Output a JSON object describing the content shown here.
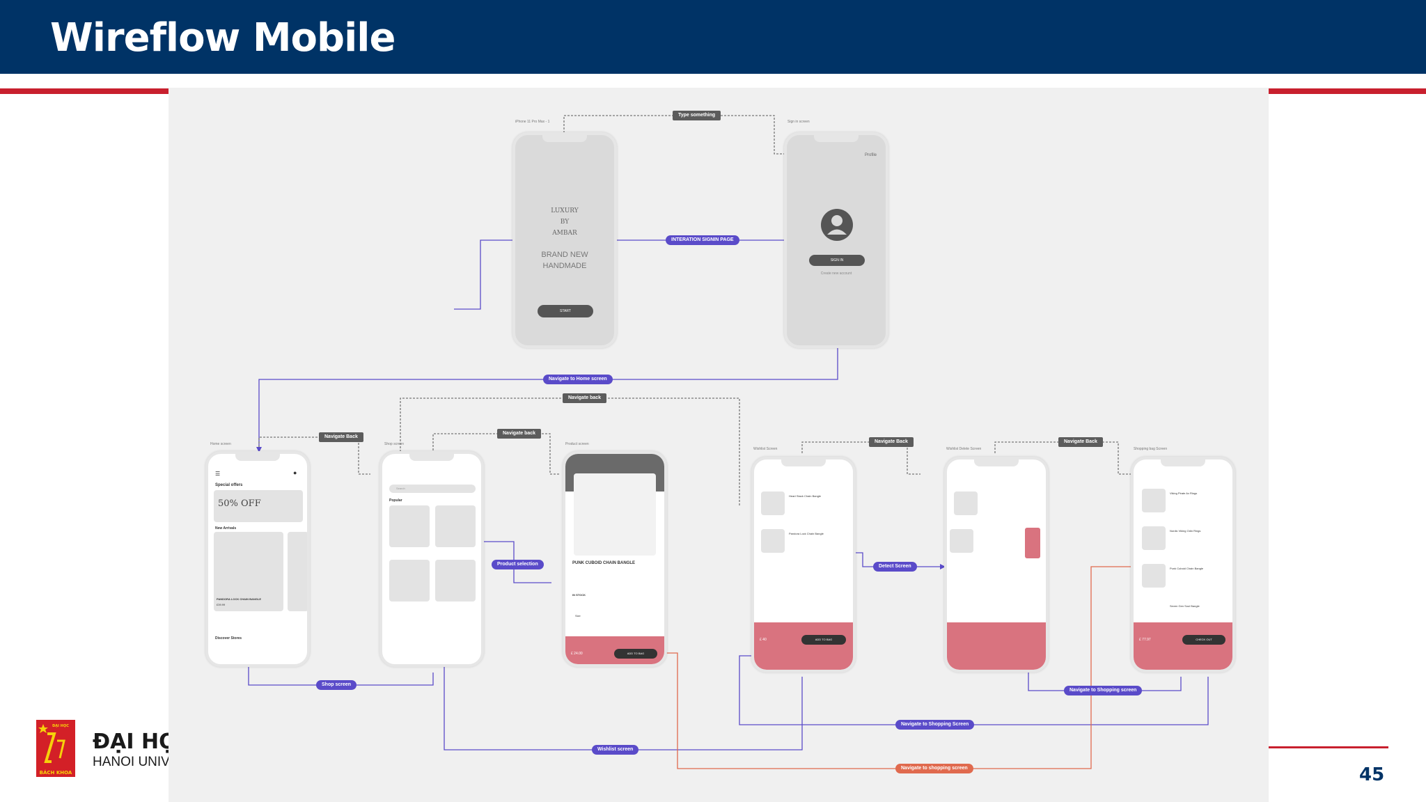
{
  "slide": {
    "title": "Wireflow Mobile",
    "page_number": "45"
  },
  "university": {
    "name_line1": "ĐẠI HỌ",
    "name_line2": "HANOI UNIVE",
    "logo_top": "ĐẠI HỌC",
    "logo_bottom": "BÁCH KHOA"
  },
  "colors": {
    "header": "#003366",
    "accent_red": "#c8202e",
    "flow_purple": "#5a4bc9",
    "flow_orange": "#e06a4e",
    "card_pink": "#d9737f"
  },
  "screen_captions": {
    "splash": "iPhone 11 Pro Max - 1",
    "signin": "Sign in screen",
    "home": "Home screen",
    "shop": "Shop screen",
    "product": "Product screen",
    "wishlist": "Wishlist Screen",
    "wishlist_delete": "Wishlist Delete Screen",
    "shopping": "Shopping bag Screen"
  },
  "splash": {
    "brand_1": "LUXURY",
    "brand_2": "BY",
    "brand_3": "AMBAR",
    "heading_1": "BRAND NEW",
    "heading_2": "HANDMADE",
    "start": "START"
  },
  "signin": {
    "header": "Profile",
    "button": "SIGN IN",
    "create": "Create new account"
  },
  "home": {
    "special": "Special offers",
    "offer": "50% OFF",
    "new_arrivals": "New Arrivals",
    "product": "PANDORA LOCK CHAIN BANGLE",
    "price": "£39.99",
    "discover": "Discover Stores"
  },
  "shop": {
    "search": "Search",
    "popular": "Popular"
  },
  "product": {
    "name": "PUNK CUBOID CHAIN BANGLE",
    "stock": "IN STOCK",
    "size": "Size",
    "price": "£ 24.00",
    "add": "ADD TO BAG"
  },
  "wishlist": {
    "item1": "Heart Stack Chain Bangle",
    "item2": "Pandora Lock Chain Bangle",
    "total": "£ 40",
    "add": "ADD TO BAG"
  },
  "shopping": {
    "item1": "Viking Pirate Ax Rings",
    "item2": "Nordic Viking Odin Rings",
    "item3": "Punk Cuboid Chain Bangle",
    "item4": "Seven Gen Soul Bangle",
    "total": "£ 77.97",
    "checkout": "CHECK OUT"
  },
  "flow_labels": {
    "type_something": "Type something",
    "interaction_signin": "INTERATION SIGNIN PAGE",
    "navigate_home": "Navigate to Home screen",
    "navigate_back_top": "Navigate back",
    "navigate_back_1": "Navigate Back",
    "navigate_back_2": "Navigate back",
    "navigate_back_3": "Navigate Back",
    "navigate_back_4": "Navigate Back",
    "product_selection": "Product selection",
    "detect_screen": "Detect Screen",
    "shop_screen": "Shop screen",
    "wishlist_screen": "Wishlist screen",
    "navigate_shopping_1": "Navigate to Shopping screen",
    "navigate_shopping_2": "Navigate to Shopping Screen",
    "navigate_shopping_orange": "Navigate to shopping screen"
  }
}
